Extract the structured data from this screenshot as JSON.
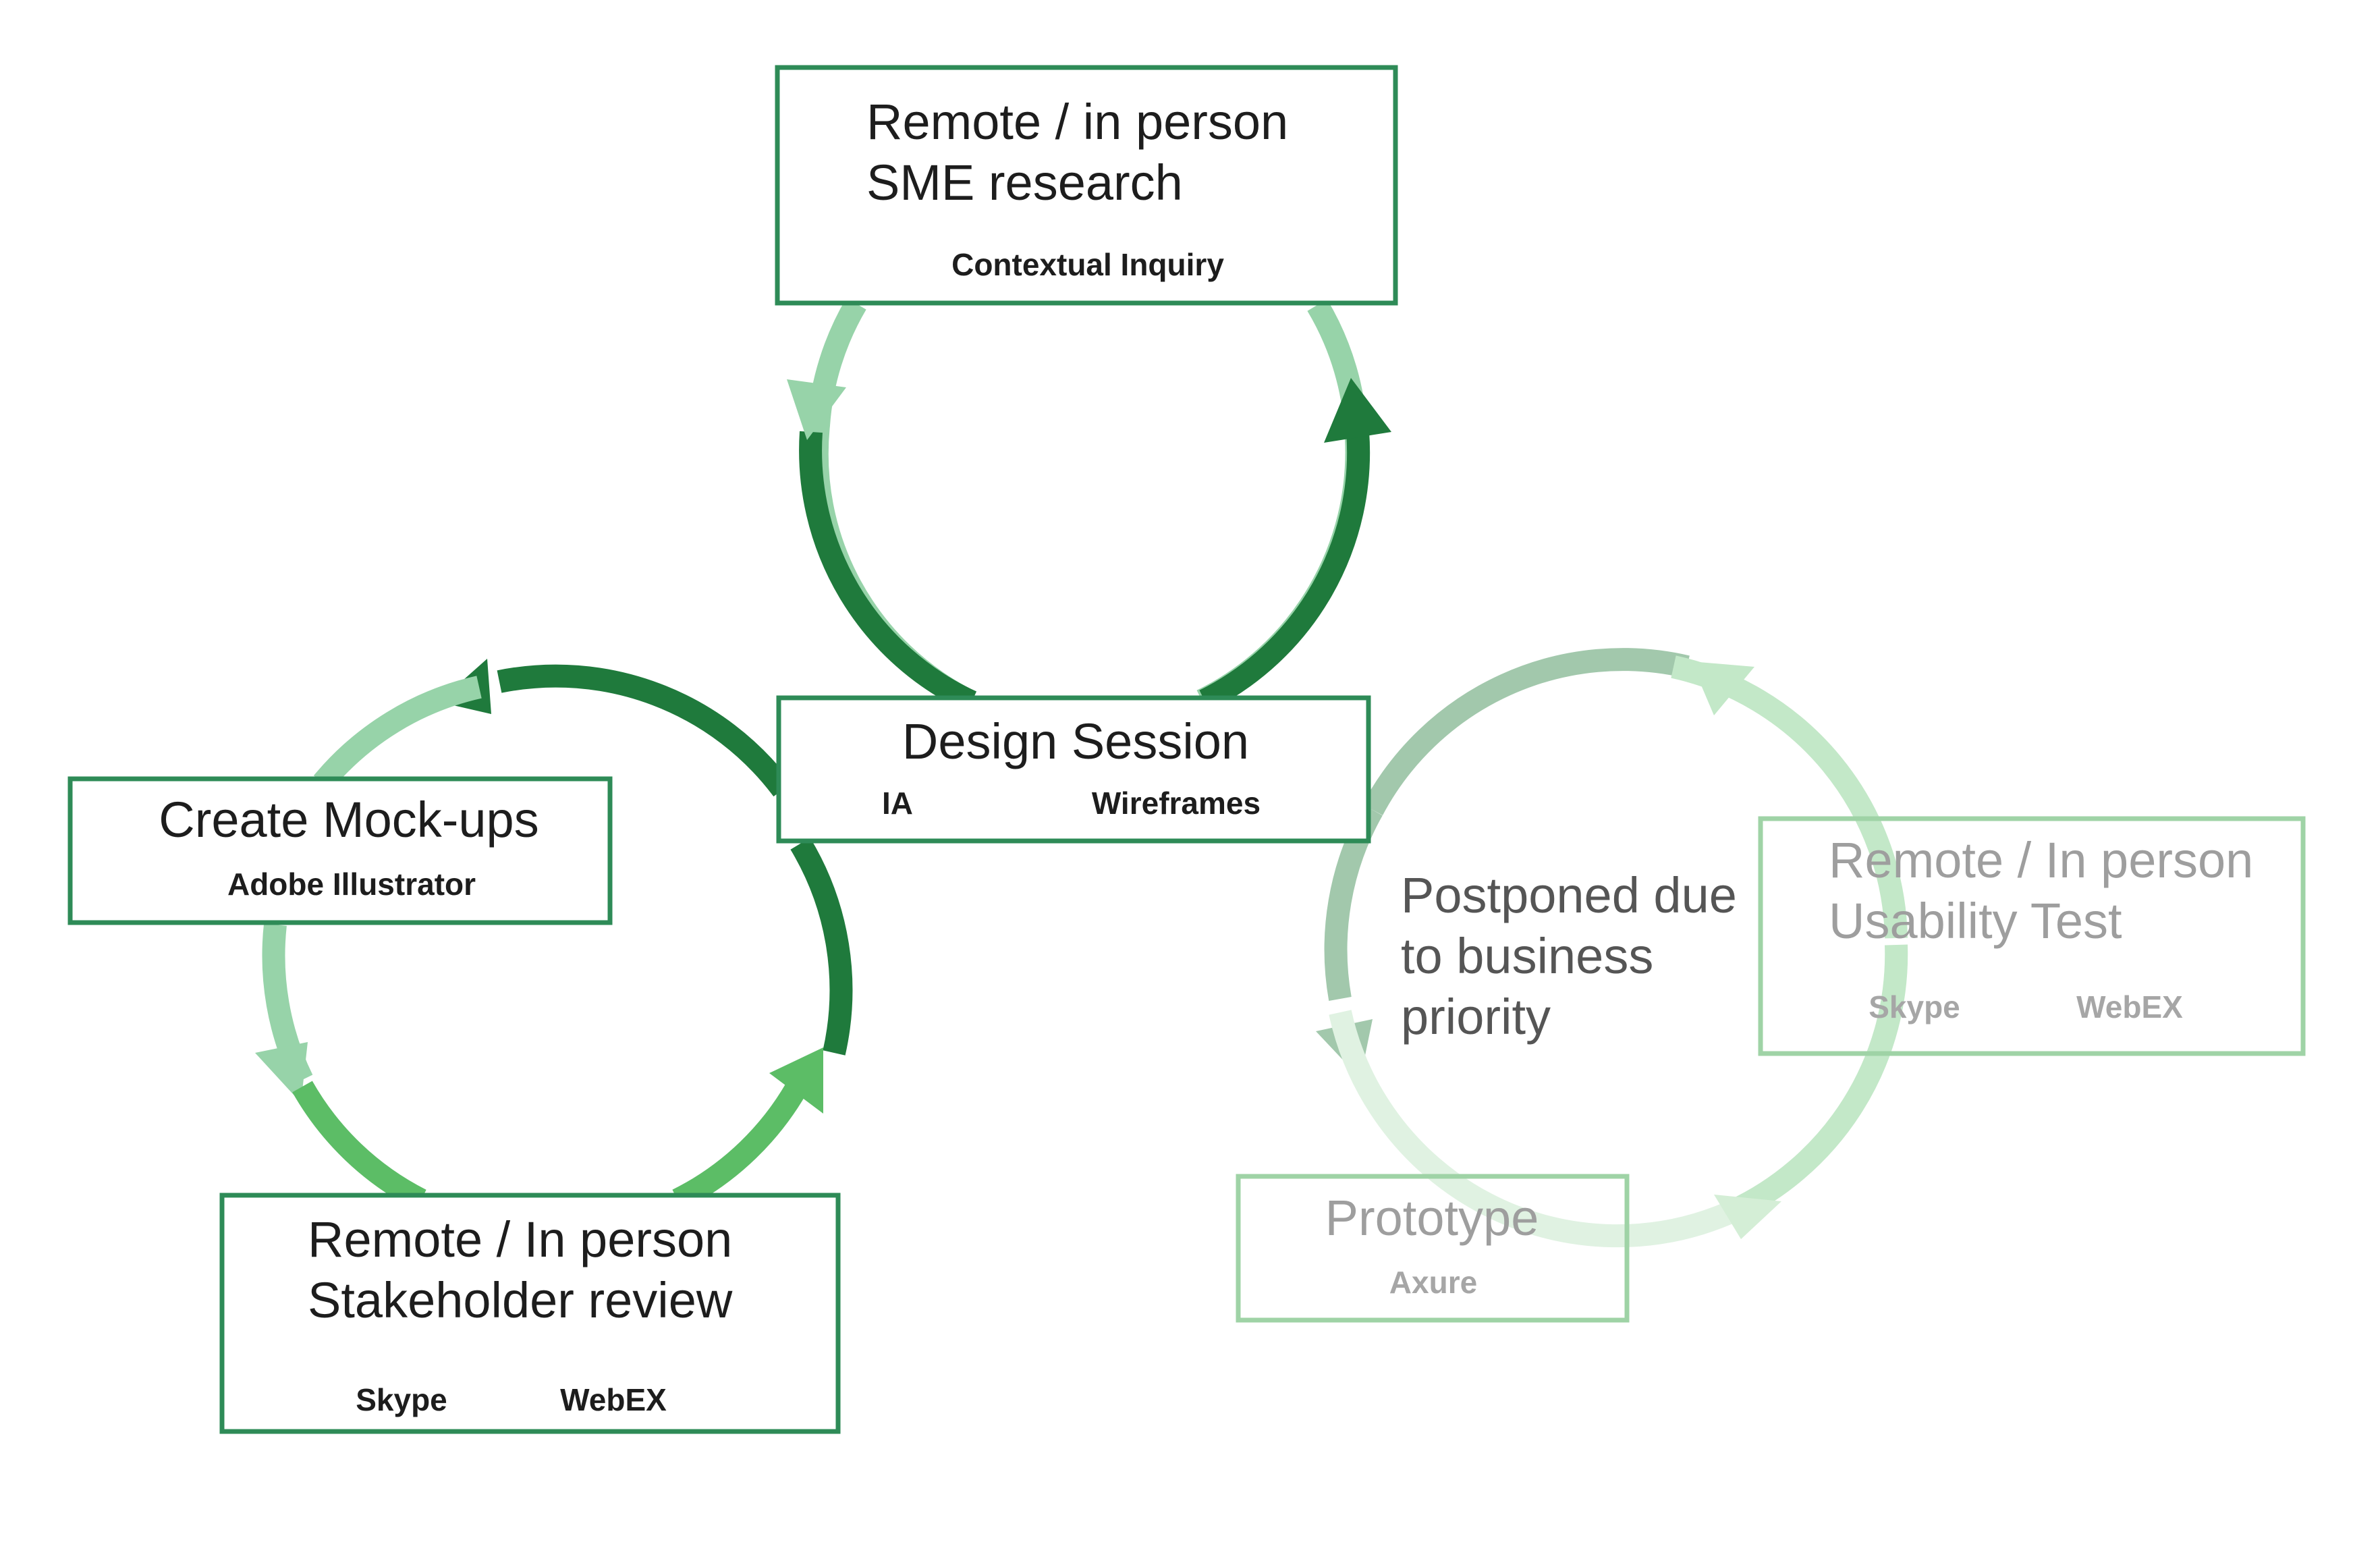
{
  "colors": {
    "box_border": "#2e8b57",
    "box_border_faint": "#9fd3a6",
    "arc_dark": "#1f7a3c",
    "arc_medium": "#5cbd66",
    "arc_light": "#97d3a9",
    "arc_sage": "#a2c8ac",
    "arc_pale": "#c3e8c8",
    "arc_palest": "#e0f2e2"
  },
  "boxes": {
    "sme": {
      "title_lines": [
        "Remote / in person",
        "SME research"
      ],
      "tools": [
        "Contextual Inquiry"
      ]
    },
    "design": {
      "title_lines": [
        "Design Session"
      ],
      "tools": [
        "IA",
        "Wireframes"
      ]
    },
    "mockups": {
      "title_lines": [
        "Create Mock-ups"
      ],
      "tools": [
        "Adobe Illustrator"
      ]
    },
    "stakeholder": {
      "title_lines": [
        "Remote / In person",
        "Stakeholder review"
      ],
      "tools": [
        "Skype",
        "WebEX"
      ]
    },
    "usability": {
      "title_lines": [
        "Remote / In person",
        "Usability Test"
      ],
      "tools": [
        "Skype",
        "WebEX"
      ]
    },
    "prototype": {
      "title_lines": [
        "Prototype"
      ],
      "tools": [
        "Axure"
      ]
    }
  },
  "postponed_note": {
    "lines": [
      "Postponed due",
      "to business",
      "priority"
    ]
  }
}
